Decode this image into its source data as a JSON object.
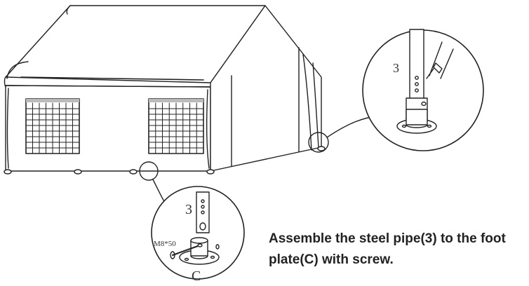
{
  "instruction": {
    "line1": "Assemble the steel pipe(3) to the foot",
    "line2": "plate(C) with screw."
  },
  "callouts": {
    "right": {
      "part": "3"
    },
    "bottom": {
      "part": "3",
      "screw": "M8*50",
      "plate": "C"
    }
  },
  "colors": {
    "line": "#222222",
    "text": "#222222"
  }
}
